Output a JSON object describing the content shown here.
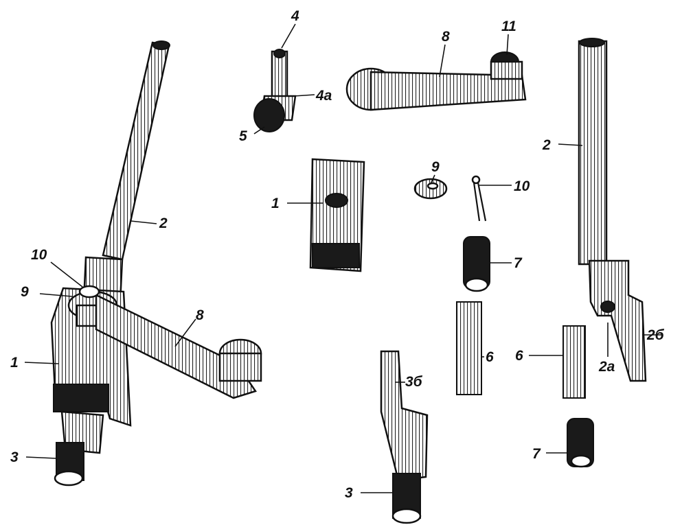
{
  "figure": {
    "labels": {
      "pin_top": "4",
      "pin_shoulder": "4a",
      "knob_head": "5",
      "lever_top": "8",
      "knob_lever_top": "11",
      "rod_right": "2",
      "block_center": "1",
      "washer_center": "9",
      "cotter_pin_center": "10",
      "sleeve_center": "7",
      "rod_left": "2",
      "cotter_pin_left": "10",
      "washer_left": "9",
      "lever_left": "8",
      "block_left": "1",
      "shaft_left": "3",
      "shaft_notch": "3б",
      "spring_left": "6",
      "spring_right": "6",
      "rod_hole": "2а",
      "rod_notch": "2б",
      "sleeve_bottom": "7",
      "shaft_bottom": "3"
    }
  }
}
